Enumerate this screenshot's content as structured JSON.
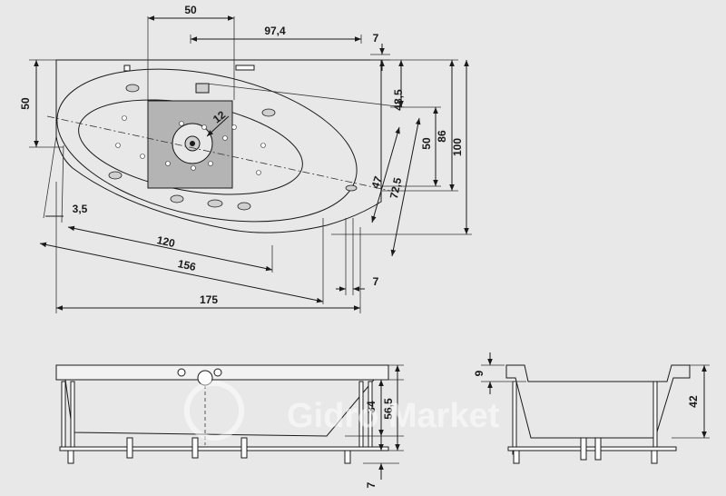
{
  "watermark": {
    "text": "GidroMarket",
    "shown": "Gidro Market"
  },
  "top_view": {
    "dimensions": [
      {
        "key": "w50_top",
        "value": "50"
      },
      {
        "key": "w97",
        "value": "97,4"
      },
      {
        "key": "h7_top",
        "value": "7"
      },
      {
        "key": "h48",
        "value": "48,5"
      },
      {
        "key": "h50_right",
        "value": "50"
      },
      {
        "key": "h86",
        "value": "86"
      },
      {
        "key": "h100",
        "value": "100"
      },
      {
        "key": "h50_left",
        "value": "50"
      },
      {
        "key": "d12",
        "value": "12"
      },
      {
        "key": "d47",
        "value": "47"
      },
      {
        "key": "d72",
        "value": "72,5"
      },
      {
        "key": "w3",
        "value": "3,5"
      },
      {
        "key": "w120",
        "value": "120"
      },
      {
        "key": "w156",
        "value": "156"
      },
      {
        "key": "w7_bottom",
        "value": "7"
      },
      {
        "key": "w175",
        "value": "175"
      }
    ]
  },
  "front_view": {
    "dimensions": [
      {
        "key": "h34",
        "value": "34"
      },
      {
        "key": "h56",
        "value": "56,5"
      },
      {
        "key": "h7",
        "value": "7"
      }
    ]
  },
  "side_view": {
    "dimensions": [
      {
        "key": "h9",
        "value": "9"
      },
      {
        "key": "h42",
        "value": "42"
      }
    ]
  }
}
